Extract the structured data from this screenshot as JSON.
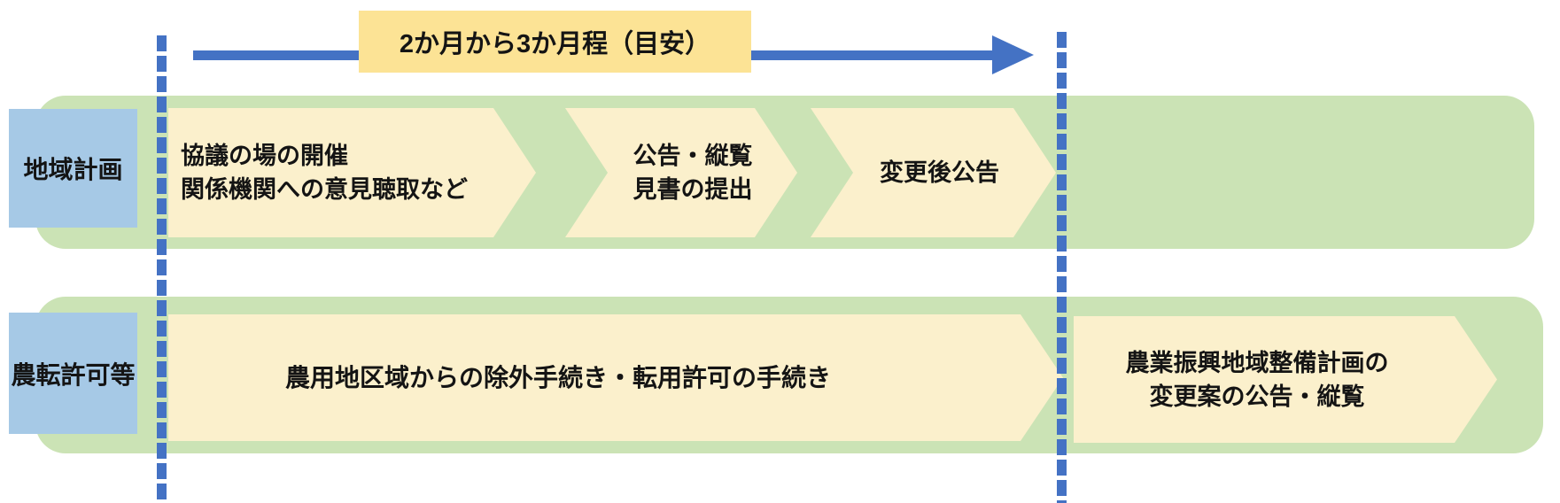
{
  "diagram": {
    "duration_label": "2か月から3か月程（目安）",
    "rows": [
      {
        "label": "地域計画",
        "steps": [
          {
            "line1": "協議の場の開催",
            "line2": "関係機関への意見聴取など"
          },
          {
            "line1": "公告・縦覧",
            "line2": "見書の提出"
          },
          {
            "line1": "変更後公告"
          }
        ]
      },
      {
        "label": "農転許可等",
        "steps": [
          {
            "line1": "農用地区域からの除外手続き・転用許可の手続き"
          },
          {
            "line1": "農業振興地域整備計画の",
            "line2": "変更案の公告・縦覧"
          }
        ]
      }
    ],
    "colors": {
      "accent_blue": "#4472C4",
      "band_green": "#CBE3B5",
      "step_cream": "#FBF0CC",
      "duration_yellow": "#FCE395",
      "label_blue": "#A6C9E6"
    }
  }
}
